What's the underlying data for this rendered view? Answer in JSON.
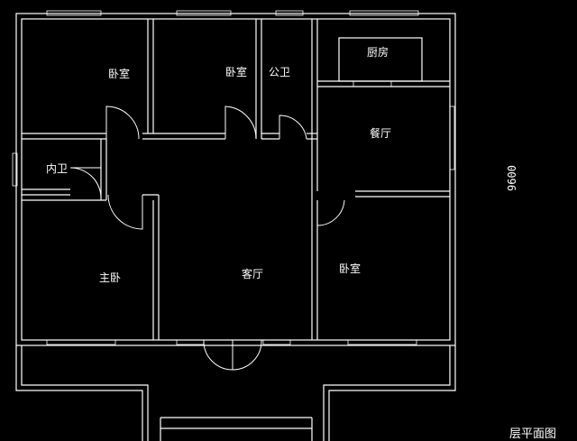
{
  "plan": {
    "rooms": {
      "bedroom_nw": "卧室",
      "bedroom_n": "卧室",
      "public_bath": "公卫",
      "kitchen": "厨房",
      "dining": "餐厅",
      "ensuite_bath": "内卫",
      "master_bedroom": "主卧",
      "living_room": "客厅",
      "bedroom_se": "卧室"
    },
    "dimension": "9600",
    "title": "层平面图"
  }
}
